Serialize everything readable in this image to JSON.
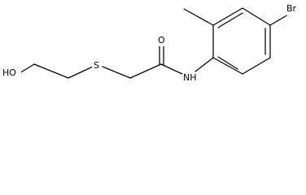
{
  "structure": {
    "atoms": {
      "oh": "HO",
      "s": "S",
      "o": "O",
      "nh": "NH",
      "br": "Br"
    }
  }
}
